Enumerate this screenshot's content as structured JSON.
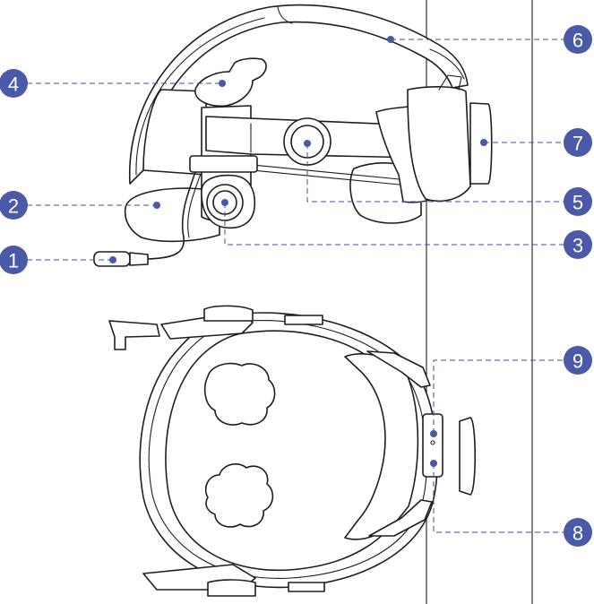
{
  "accent_color": "#4a5aa8",
  "callouts": [
    {
      "label": "1"
    },
    {
      "label": "2"
    },
    {
      "label": "3"
    },
    {
      "label": "4"
    },
    {
      "label": "5"
    },
    {
      "label": "6"
    },
    {
      "label": "7"
    },
    {
      "label": "8"
    },
    {
      "label": "9"
    }
  ]
}
